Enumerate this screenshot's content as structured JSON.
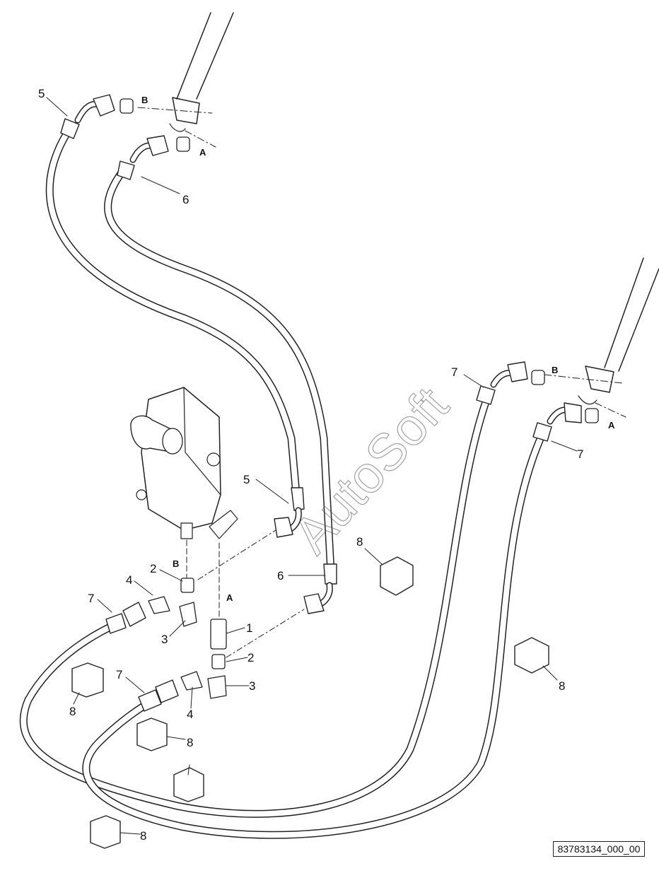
{
  "watermark": "AutoSoft",
  "reference_code": "83783134_000_00",
  "port_labels": {
    "b_top": "B",
    "a_top": "A",
    "b_right": "B",
    "a_right": "A",
    "b_valve": "B",
    "a_valve": "A"
  },
  "callouts": {
    "c5_top": "5",
    "c6_top": "6",
    "c7_right_top": "7",
    "c7_right_mid": "7",
    "c5_mid": "5",
    "c6_mid": "6",
    "c8_right_block": "8",
    "c2_upper": "2",
    "c4_upper": "4",
    "c7_left": "7",
    "c3_upper": "3",
    "c1": "1",
    "c2_lower": "2",
    "c3_lower": "3",
    "c4_lower": "4",
    "c7_lower": "7",
    "c8_left_block": "8",
    "c8_far_right": "8",
    "c8_mid_block": "8",
    "c8_bottom": "8"
  }
}
